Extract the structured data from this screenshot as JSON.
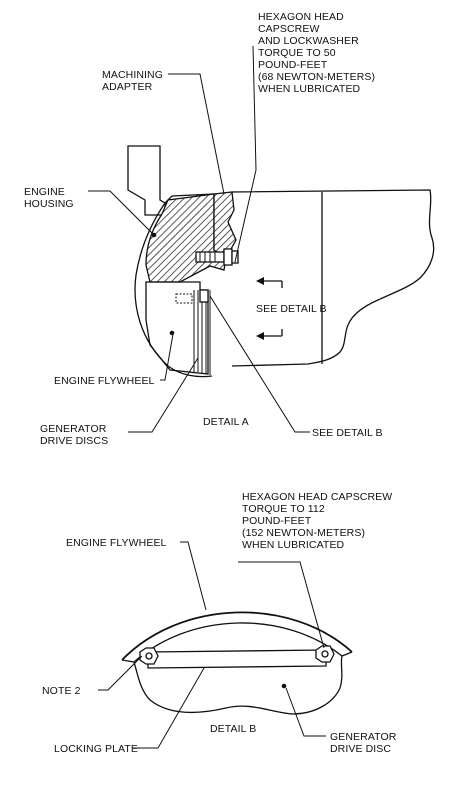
{
  "detail_a": {
    "title": "DETAIL A",
    "capscrew_note": [
      "HEXAGON HEAD",
      "CAPSCREW",
      "AND LOCKWASHER",
      "TORQUE TO 50",
      "POUND-FEET",
      "(68 NEWTON-METERS)",
      "WHEN LUBRICATED"
    ],
    "machining_adapter": [
      "MACHINING",
      "ADAPTER"
    ],
    "engine_housing": [
      "ENGINE",
      "HOUSING"
    ],
    "see_detail_b_inner": "SEE DETAIL B",
    "engine_flywheel": "ENGINE FLYWHEEL",
    "generator_drive_discs": [
      "GENERATOR",
      "DRIVE DISCS"
    ],
    "see_detail_b_outer": "SEE DETAIL B"
  },
  "detail_b": {
    "title": "DETAIL B",
    "capscrew_note": [
      "HEXAGON HEAD CAPSCREW",
      "TORQUE TO 112",
      "POUND-FEET",
      "(152 NEWTON-METERS)",
      "WHEN LUBRICATED"
    ],
    "engine_flywheel": "ENGINE FLYWHEEL",
    "note_2": "NOTE 2",
    "locking_plate": "LOCKING PLATE",
    "generator_drive_disc": [
      "GENERATOR",
      "DRIVE DISC"
    ]
  }
}
